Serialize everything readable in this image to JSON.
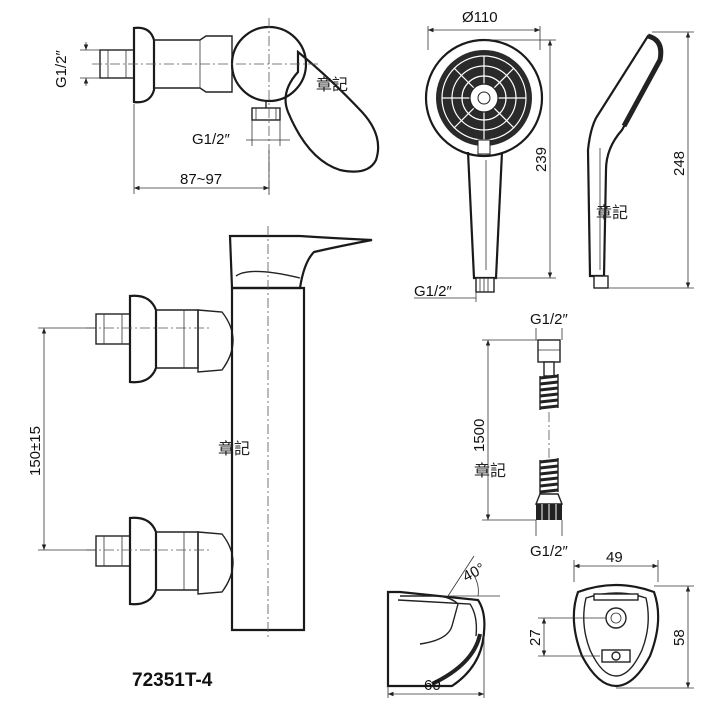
{
  "model": "72351T-4",
  "watermark": "章記",
  "dimensions": {
    "inlet_thread_top": "G1/2″",
    "outlet_thread": "G1/2″",
    "wall_depth": "87~97",
    "handshower_diameter": "Ø110",
    "handshower_length": "239",
    "handshower_side_length": "248",
    "handshower_thread": "G1/2″",
    "hose_top_thread": "G1/2″",
    "hose_length": "1500",
    "hose_bottom_thread": "G1/2″",
    "inlet_spacing": "150±15",
    "holder_angle": "40°",
    "holder_depth": "60",
    "holder_width": "49",
    "holder_offset": "27",
    "holder_height": "58"
  }
}
